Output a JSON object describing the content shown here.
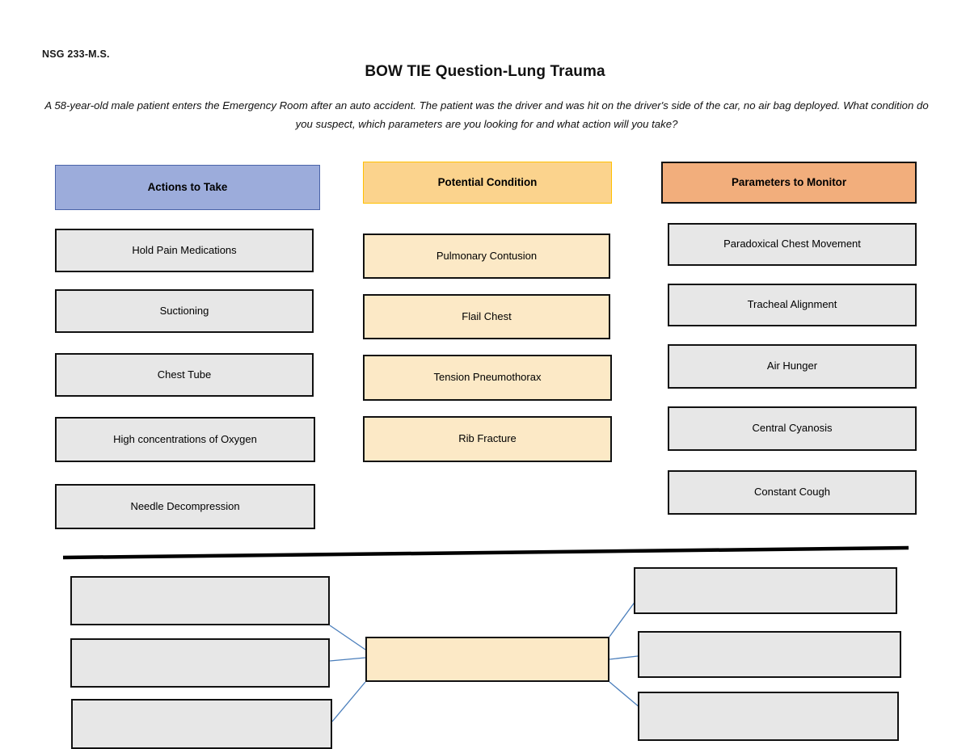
{
  "document": {
    "course_code": "NSG 233-M.S.",
    "title": "BOW TIE Question-Lung Trauma",
    "scenario": "A 58-year-old male patient enters the Emergency Room after an auto accident. The patient was the driver and was hit on the driver's side of the car, no air bag deployed. What condition do you suspect, which parameters are you looking for and what action will you take?"
  },
  "colors": {
    "actions_header_fill": "#9cacdb",
    "actions_header_border": "#4a63a8",
    "condition_header_fill": "#fbd38d",
    "condition_header_border": "#ffc000",
    "parameters_header_fill": "#f2ae7c",
    "parameters_header_border": "#111111",
    "option_grey_fill": "#e7e7e7",
    "option_cream_fill": "#fce9c6",
    "option_border": "#111111",
    "connector_line": "#4a7ebb",
    "divider": "#000000"
  },
  "columns": {
    "actions": {
      "header": "Actions to Take",
      "options": [
        "Hold Pain Medications",
        "Suctioning",
        "Chest Tube",
        "High concentrations of Oxygen",
        "Needle Decompression"
      ]
    },
    "condition": {
      "header": "Potential Condition",
      "options": [
        "Pulmonary Contusion",
        "Flail Chest",
        "Tension Pneumothorax",
        "Rib Fracture"
      ]
    },
    "parameters": {
      "header": "Parameters to Monitor",
      "options": [
        "Paradoxical Chest Movement",
        "Tracheal Alignment",
        "Air Hunger",
        "Central Cyanosis",
        "Constant Cough"
      ]
    }
  },
  "answer_diagram": {
    "left_slots": [
      "",
      "",
      ""
    ],
    "center_slot": "",
    "right_slots": [
      "",
      "",
      ""
    ]
  }
}
